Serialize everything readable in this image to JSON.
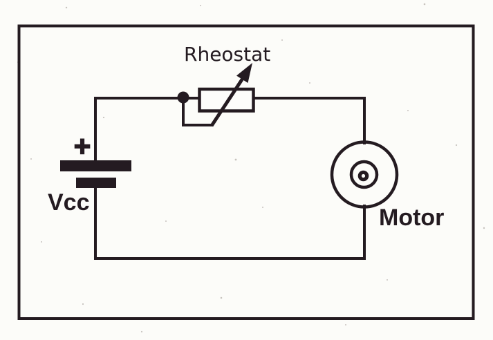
{
  "figure": {
    "type": "circuit-diagram",
    "labels": {
      "rheostat": "Rheostat",
      "battery_polarity": "+",
      "battery": "Vcc",
      "motor": "Motor"
    },
    "colors": {
      "ink": "#241b21",
      "paper": "#fcfcf9"
    }
  }
}
